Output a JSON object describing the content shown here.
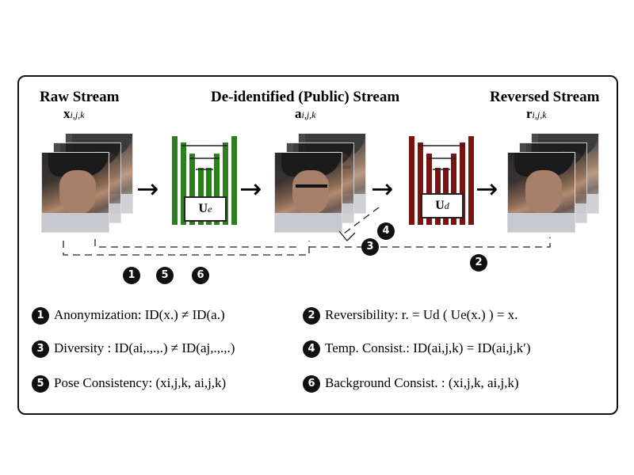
{
  "streams": {
    "raw": {
      "title": "Raw Stream",
      "var_base": "x",
      "var_sub": "i,j,k"
    },
    "deid": {
      "title": "De-identified (Public) Stream",
      "var_base": "a",
      "var_sub": "i,j,k"
    },
    "reversed": {
      "title": "Reversed Stream",
      "var_base": "r",
      "var_sub": "i,j,k"
    }
  },
  "unets": {
    "encoder": {
      "base": "U",
      "sub": "e",
      "color": "#2e7d1f"
    },
    "decoder": {
      "base": "U",
      "sub": "d",
      "color": "#7a1410"
    }
  },
  "arrow_glyph": "→",
  "badges": {
    "one": "1",
    "two": "2",
    "three": "3",
    "four": "4",
    "five": "5",
    "six": "6"
  },
  "legend": {
    "anonymization": "Anonymization: ID(x.) ≠ ID(a.)",
    "reversibility": "Reversibility: r. = Ud ( Ue(x.) ) = x.",
    "diversity": "Diversity : ID(ai,.,.,.) ≠ ID(aj,.,.,.)",
    "temporal": "Temp. Consist.: ID(ai,j,k) = ID(ai,j,k′)",
    "pose": "Pose Consistency: (xi,j,k, ai,j,k)",
    "background": "Background Consist. : (xi,j,k, ai,j,k)"
  }
}
